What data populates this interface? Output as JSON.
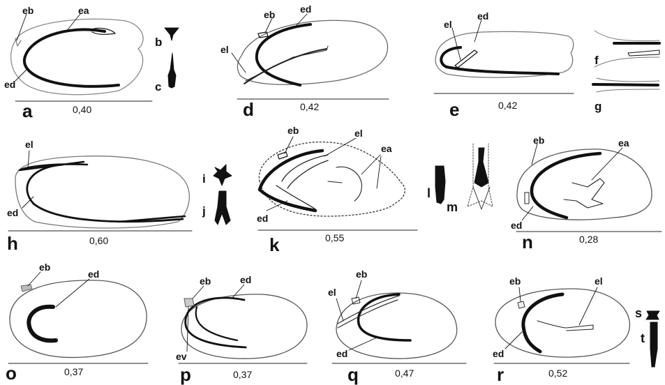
{
  "panels": [
    {
      "id": "a",
      "letter": "a",
      "scale": "0,40",
      "labels": [
        "eb",
        "ea",
        "ed"
      ]
    },
    {
      "id": "b",
      "letter": "b"
    },
    {
      "id": "c",
      "letter": "c"
    },
    {
      "id": "d",
      "letter": "d",
      "scale": "0,42",
      "labels": [
        "eb",
        "ed",
        "el"
      ]
    },
    {
      "id": "e",
      "letter": "e",
      "scale": "0,42",
      "labels": [
        "el",
        "ed"
      ]
    },
    {
      "id": "f",
      "letter": "f"
    },
    {
      "id": "g",
      "letter": "g"
    },
    {
      "id": "h",
      "letter": "h",
      "scale": "0,60",
      "labels": [
        "el",
        "ed"
      ]
    },
    {
      "id": "i",
      "letter": "i"
    },
    {
      "id": "j",
      "letter": "j"
    },
    {
      "id": "k",
      "letter": "k",
      "scale": "0,55",
      "labels": [
        "eb",
        "el",
        "ea",
        "ed"
      ]
    },
    {
      "id": "l",
      "letter": "l"
    },
    {
      "id": "m",
      "letter": "m"
    },
    {
      "id": "n",
      "letter": "n",
      "scale": "0,28",
      "labels": [
        "eb",
        "ea",
        "ed"
      ]
    },
    {
      "id": "o",
      "letter": "o",
      "scale": "0,37",
      "labels": [
        "eb",
        "ed"
      ]
    },
    {
      "id": "p",
      "letter": "p",
      "scale": "0,37",
      "labels": [
        "eb",
        "ed",
        "ev"
      ]
    },
    {
      "id": "q",
      "letter": "q",
      "scale": "0,47",
      "labels": [
        "el",
        "eb",
        "ed"
      ]
    },
    {
      "id": "r",
      "letter": "r",
      "scale": "0,52",
      "labels": [
        "eb",
        "el",
        "ed"
      ]
    },
    {
      "id": "s",
      "letter": "s"
    },
    {
      "id": "t",
      "letter": "t"
    }
  ],
  "colors": {
    "ink": "#111111",
    "outline": "#7a7a7a",
    "paper": "#ffffff"
  }
}
